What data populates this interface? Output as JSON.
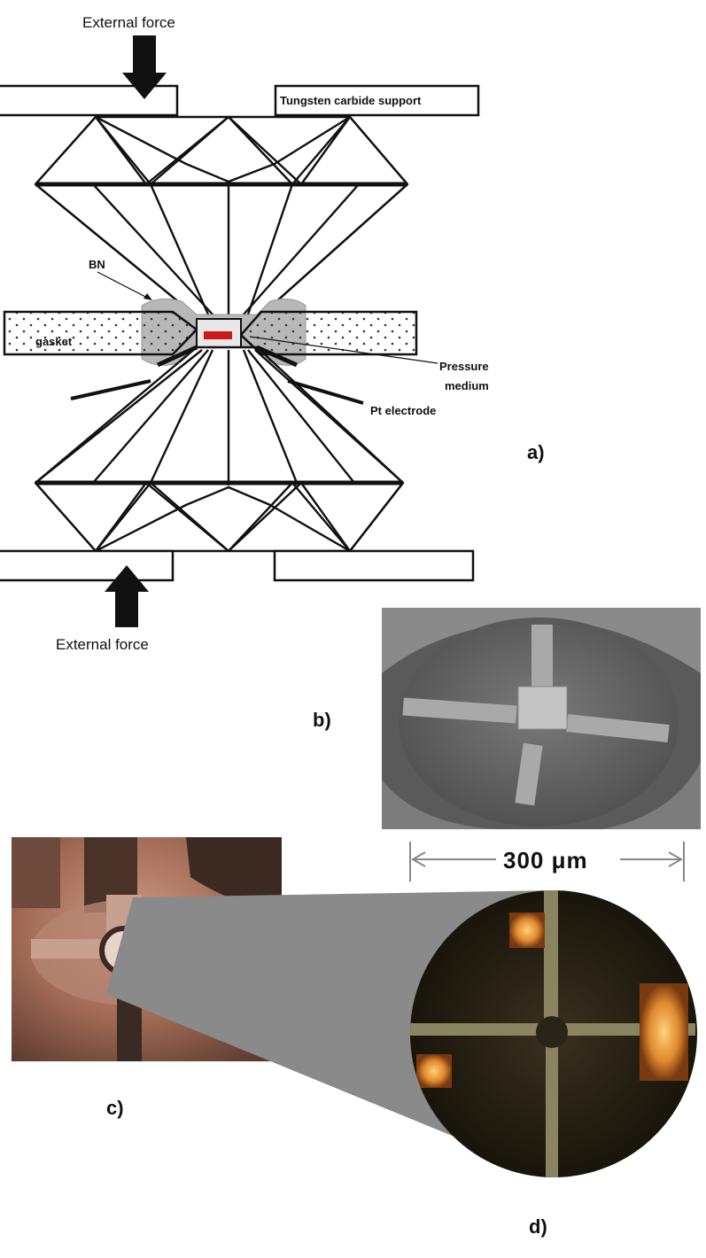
{
  "labels": {
    "external_force_top": "External force",
    "external_force_bottom": "External force",
    "tungsten_support": "Tungsten carbide support",
    "bn": "BN",
    "gasket": "gasket",
    "pressure_medium_line1": "Pressure",
    "pressure_medium_line2": "medium",
    "pt_electrode": "Pt electrode",
    "panel_a": "a)",
    "panel_b": "b)",
    "panel_c": "c)",
    "panel_d": "d)",
    "scale_bar": "300 μm"
  },
  "colors": {
    "line": "#111111",
    "bn_layer": "#b8b8b8",
    "gasket_fill": "#f2f2f2",
    "sample_red": "#cc1a1a",
    "sem_gray": "#6c6c6c",
    "microscope_copper": "#a8705a",
    "zoom_wedge": "#8a8a8a",
    "scale_gray": "#888888"
  }
}
